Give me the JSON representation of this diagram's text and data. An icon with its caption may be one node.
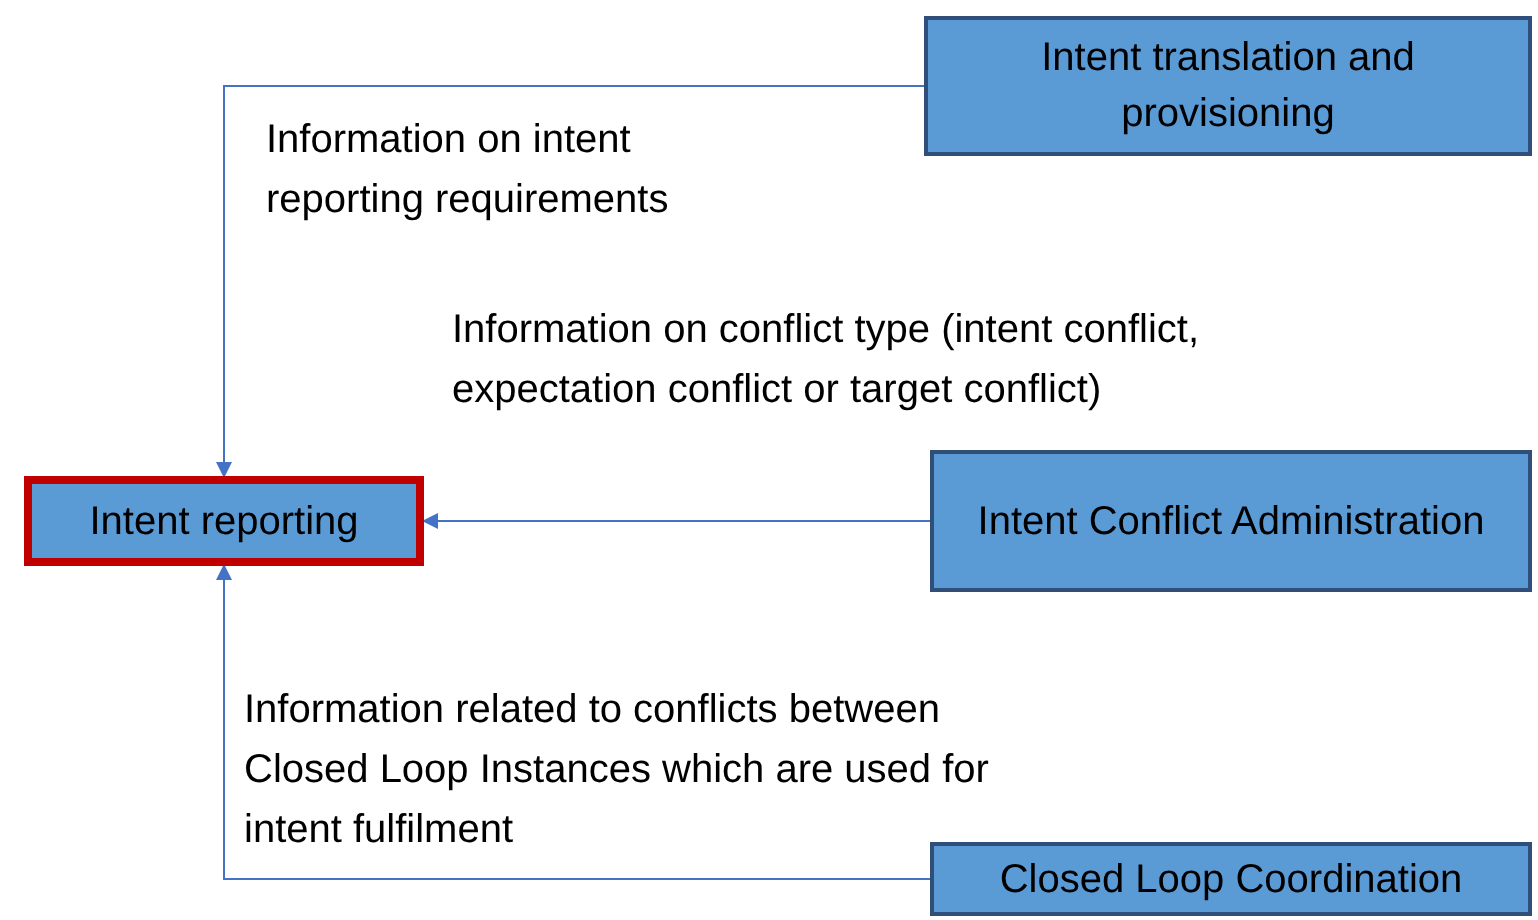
{
  "diagram": {
    "nodes": [
      {
        "text": [
          "Intent translation and provisioning"
        ]
      },
      {
        "text": [
          "Intent reporting"
        ]
      },
      {
        "text": [
          "Intent Conflict Administration"
        ]
      },
      {
        "text": [
          "Closed Loop Coordination"
        ]
      }
    ],
    "edges": [
      {
        "from": 0,
        "to": 1,
        "arrow": "to",
        "label": "Information on intent reporting requirements"
      },
      {
        "from": 2,
        "to": 1,
        "arrow": "to",
        "label": "Information on conflict type (intent conflict, expectation conflict or target conflict)"
      },
      {
        "from": 3,
        "to": 1,
        "arrow": "to",
        "label": "Information related to conflicts between Closed Loop Instances which are used for intent fulfilment"
      }
    ]
  }
}
